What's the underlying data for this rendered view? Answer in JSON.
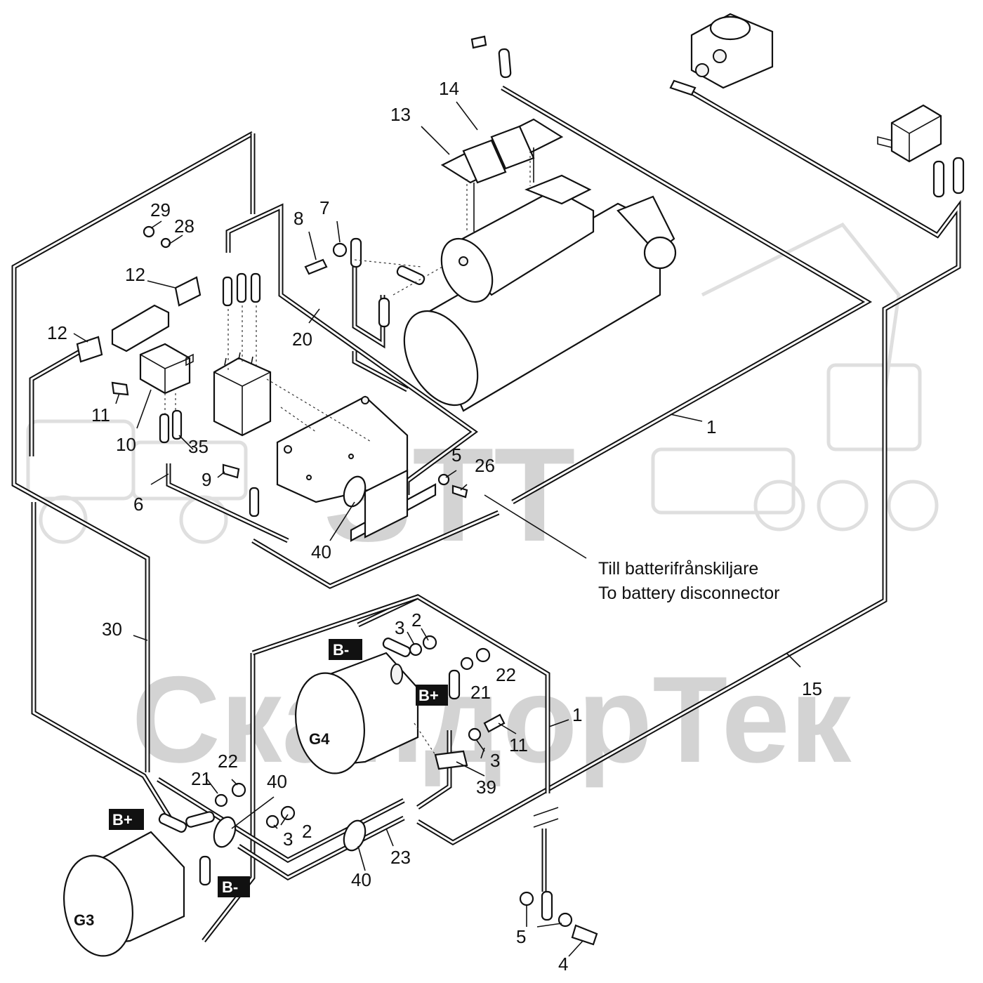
{
  "watermark": {
    "logo_text": "STT",
    "brand_text": "СкандорТек"
  },
  "callouts": [
    {
      "id": "c1",
      "text": "1"
    },
    {
      "id": "c1b",
      "text": "1"
    },
    {
      "id": "c2",
      "text": "2"
    },
    {
      "id": "c2b",
      "text": "2"
    },
    {
      "id": "c3",
      "text": "3"
    },
    {
      "id": "c3b",
      "text": "3"
    },
    {
      "id": "c3c",
      "text": "3"
    },
    {
      "id": "c4",
      "text": "4"
    },
    {
      "id": "c5",
      "text": "5"
    },
    {
      "id": "c5b",
      "text": "5"
    },
    {
      "id": "c6",
      "text": "6"
    },
    {
      "id": "c7",
      "text": "7"
    },
    {
      "id": "c8",
      "text": "8"
    },
    {
      "id": "c9",
      "text": "9"
    },
    {
      "id": "c10",
      "text": "10"
    },
    {
      "id": "c11",
      "text": "11"
    },
    {
      "id": "c11b",
      "text": "11"
    },
    {
      "id": "c12",
      "text": "12"
    },
    {
      "id": "c12b",
      "text": "12"
    },
    {
      "id": "c13",
      "text": "13"
    },
    {
      "id": "c14",
      "text": "14"
    },
    {
      "id": "c15",
      "text": "15"
    },
    {
      "id": "c20",
      "text": "20"
    },
    {
      "id": "c21",
      "text": "21"
    },
    {
      "id": "c21b",
      "text": "21"
    },
    {
      "id": "c22",
      "text": "22"
    },
    {
      "id": "c22b",
      "text": "22"
    },
    {
      "id": "c23",
      "text": "23"
    },
    {
      "id": "c26",
      "text": "26"
    },
    {
      "id": "c28",
      "text": "28"
    },
    {
      "id": "c29",
      "text": "29"
    },
    {
      "id": "c30",
      "text": "30"
    },
    {
      "id": "c35",
      "text": "35"
    },
    {
      "id": "c39",
      "text": "39"
    },
    {
      "id": "c40",
      "text": "40"
    },
    {
      "id": "c40b",
      "text": "40"
    },
    {
      "id": "c40c",
      "text": "40"
    }
  ],
  "note": {
    "line1": "Till batterifrånskiljare",
    "line2": "To battery disconnector"
  },
  "terminal_tags": {
    "g4_minus": "B-",
    "g4_plus": "B+",
    "g3_plus": "B+",
    "g3_minus": "B-"
  },
  "components": {
    "g4": "G4",
    "g3": "G3"
  }
}
